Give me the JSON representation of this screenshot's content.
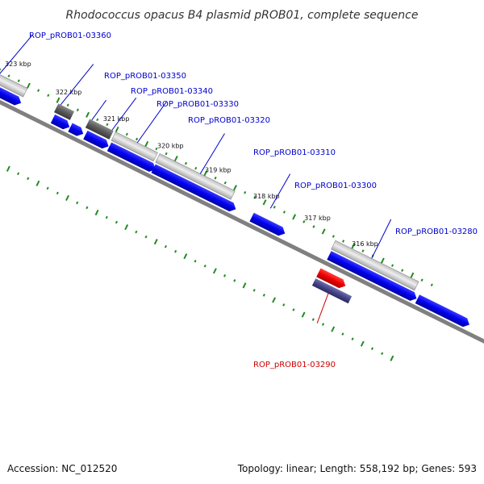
{
  "title": "Rhodococcus opacus B4 plasmid pROB01, complete sequence",
  "footer": {
    "accession": "Accession: NC_012520",
    "stats": "Topology: linear; Length: 558,192 bp; Genes: 593"
  },
  "ticks": [
    "323 kbp",
    "322 kbp",
    "321 kbp",
    "320 kbp",
    "319 kbp",
    "318 kbp",
    "317 kbp",
    "316 kbp"
  ],
  "genes": [
    {
      "id": "ROP_pROB01-03360",
      "color": "#0000cc",
      "highlighted": false
    },
    {
      "id": "ROP_pROB01-03350",
      "color": "#0000cc",
      "highlighted": false
    },
    {
      "id": "ROP_pROB01-03340",
      "color": "#0000cc",
      "highlighted": false
    },
    {
      "id": "ROP_pROB01-03330",
      "color": "#0000cc",
      "highlighted": false
    },
    {
      "id": "ROP_pROB01-03320",
      "color": "#0000cc",
      "highlighted": false
    },
    {
      "id": "ROP_pROB01-03310",
      "color": "#0000cc",
      "highlighted": false
    },
    {
      "id": "ROP_pROB01-03300",
      "color": "#0000cc",
      "highlighted": false
    },
    {
      "id": "ROP_pROB01-03290",
      "color": "#cc0000",
      "highlighted": true
    },
    {
      "id": "ROP_pROB01-03280",
      "color": "#0000cc",
      "highlighted": false
    }
  ],
  "colors": {
    "forward_gene": "#0000ee",
    "reverse_gene": "#44448a",
    "selected_gene": "#ee0000",
    "tick_dots": "#228b22",
    "backbone": "#808080"
  }
}
